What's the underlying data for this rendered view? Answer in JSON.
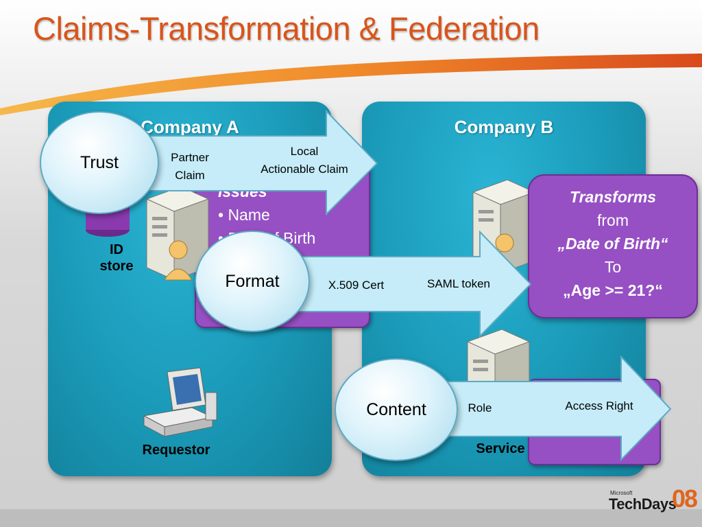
{
  "title": "Claims-Transformation & Federation",
  "company_a": {
    "title": "Company A",
    "id_store": "ID\nstore",
    "requestor": "Requestor"
  },
  "company_b": {
    "title": "Company B",
    "service": "Service"
  },
  "issues_scroll": {
    "heading": "Issues",
    "item1": "• Name",
    "item2": "• Date of Birth"
  },
  "trust": {
    "label": "Trust",
    "arrow_text_1": "Partner\nClaim",
    "arrow_text_2": "Local\nActionable Claim"
  },
  "format": {
    "label": "Format",
    "arrow_text_1": "X.509 Cert",
    "arrow_text_2": "SAML token"
  },
  "content": {
    "label": "Content",
    "arrow_text_1": "Role",
    "arrow_text_2": "Access Right"
  },
  "transforms": {
    "line1": "Transforms",
    "line2": "from",
    "line3": "„Date of Birth“",
    "line4": "To",
    "line5": "„Age >= 21?“"
  },
  "logo": {
    "brand": "TechDays",
    "maker": "Microsoft",
    "year": "08"
  },
  "colors": {
    "title": "#d9541a",
    "panel": "#1a9ab8",
    "purple": "#9650c3",
    "arrow_fill": "#c5ecf8",
    "circle": "#def3fb"
  }
}
